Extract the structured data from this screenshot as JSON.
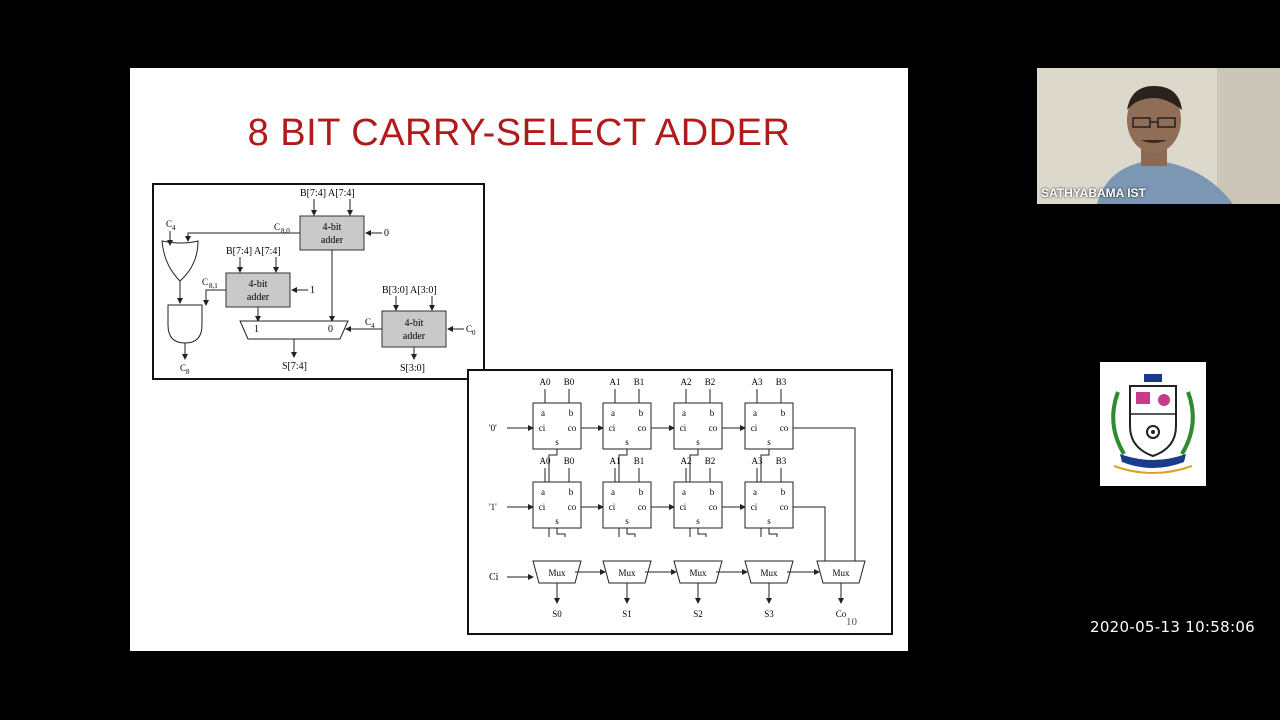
{
  "slide": {
    "title": "8 BIT CARRY-SELECT ADDER",
    "number": "10"
  },
  "figure_top": {
    "inputs_high_top": "B[7:4]  A[7:4]",
    "inputs_high_mid": "B[7:4]  A[7:4]",
    "inputs_low": "B[3:0]  A[3:0]",
    "adder_label_1": "4-bit",
    "adder_label_2": "adder",
    "const_zero": "0",
    "const_one": "1",
    "carry_c4": "C",
    "carry_c4_sub": "4",
    "carry_c80": "C",
    "carry_c80_sub": "8,0",
    "carry_c81": "C",
    "carry_c81_sub": "8,1",
    "carry_c0": "C",
    "carry_c0_sub": "0",
    "carry_c8": "C",
    "carry_c8_sub": "8",
    "mux_one": "1",
    "mux_zero": "0",
    "sum_high": "S[7:4]",
    "sum_low": "S[3:0]"
  },
  "figure_bottom": {
    "top_inputs": [
      [
        "A0",
        "B0"
      ],
      [
        "A1",
        "B1"
      ],
      [
        "A2",
        "B2"
      ],
      [
        "A3",
        "B3"
      ]
    ],
    "mid_inputs": [
      [
        "A0",
        "B0"
      ],
      [
        "A1",
        "B1"
      ],
      [
        "A2",
        "B2"
      ],
      [
        "A3",
        "B3"
      ]
    ],
    "cell_a": "a",
    "cell_b": "b",
    "cell_ci": "ci",
    "cell_co": "co",
    "cell_s": "s",
    "row0_label": "'0'",
    "row1_label": "'1'",
    "carry_in": "Ci",
    "mux_label": "Mux",
    "outputs": [
      "S0",
      "S1",
      "S2",
      "S3",
      "Co"
    ]
  },
  "webcam": {
    "name": "SATHYABAMA IST"
  },
  "timestamp": "2020-05-13 10:58:06"
}
